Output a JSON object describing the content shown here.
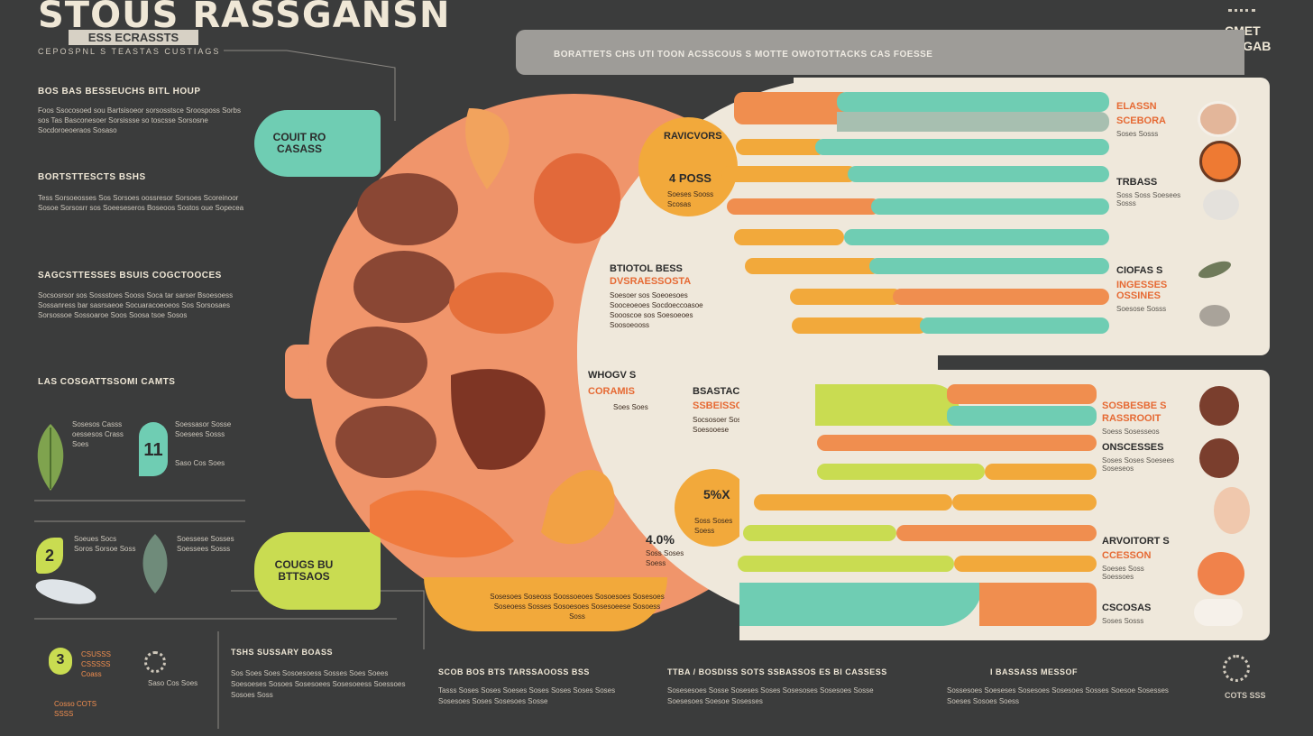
{
  "header": {
    "title": "STOUS RASSGANSN",
    "badge": "ESS ECRASSTS",
    "subline": "CEPOSPNL  S  TEASTAS  CUSTIAGS",
    "banner": "BORATTETS  CHS  UTI  TOON   ACSSCOUS  S  MOTTE  OWOTOTTACKS  CAS  FOESSE",
    "corner": "CMET POGAB"
  },
  "left": {
    "s1_title": "BOS BAS BESSEUCHS  BITL  HOUP",
    "s1_text": "Foos Ssocosoed sou Bartsisoeor sorsosstsce Sroosposs Sorbs sos Tas Basconesoer Sorsissse so toscsse Sorsosne Socdoroeoeraos Sosaso",
    "s2_title": "BORTSTTESCTS  BSHS",
    "s2_text": "Tess Sorsoeosses Sos Sorsoes oossresor Sorsoes Scoreinoor Sosoe Sorsosrr sos Soeeseseros Boseoos Sostos oue Sopecea",
    "s3_title": "SAGCSTTESSES  BSUIS  COGCTOOCES",
    "s3_text": "Socsosrsor sos Sossstoes Sooss Soca tar sarser Bsoesoess Sossanress bar sasrsaeoe Socuaracoeoeos Sos Sorsosaes Sorsossoe Sossoaroe Soos Soosa tsoe Sosos",
    "s4_title": "LAS  COSGATTSSOMI  CAMTS",
    "s4_big": "11",
    "s4_c1": "Sosesos Casss oessesos Crass Soes",
    "s4_c2": "Soessasor Sosse Soesees Sosss",
    "s4_c3": "Saso Cos Soes",
    "s5_big": "2",
    "s5_c1": "Soeues Socs Soros Sorsoe Soss",
    "s5_c2": "Soessese Sosses Soessees Sosss"
  },
  "wheel": {
    "tag_top": "COUIT RO CASASS",
    "tag_bottom": "COUGS BU BTTSAOS",
    "info1_h": "RAVICVORS",
    "info1_v": "4 POSS",
    "info1_t": "Soeses Sooss Scosas",
    "info2_h": "BTIOTOL BESS",
    "info2_o": "DVSRAESSOSTA",
    "info2_t": "Soesoer sos Soeoesoes Sooceoeoes Socdoeccoasoe Soooscoe sos Soesoeoes Soosoeooss",
    "info3_h": "WHOGV S",
    "info3_o": "CORAMIS",
    "info3_t": "Soes Soes",
    "info4_h": "BSASTACSCHTS",
    "info4_o": "SSBEISSORUS",
    "info4_t": "Socsosoer Sosoesoe Socs Soesooese",
    "pct1": "5%X",
    "pct1_t": "Soss Soses Soess",
    "pct2": "4.0%",
    "pct2_t": "Soss Soses Soess",
    "bottom_text": "Sosesoes Soseoss Soossoeoes Sosoesoes Sosesoes Soseoess Sosses Sosoesoes Sosesoeese Sosoess Soss"
  },
  "panel_top": {
    "rows": [
      {
        "label": "ELASSN",
        "orange": "SCEBORA",
        "text": "Soses Sosss"
      },
      {
        "label": "TRBASS",
        "orange": "",
        "text": "Soss Soss Soesees Sosss"
      },
      {
        "label": "CIOFAS S",
        "orange": "INGESSES OSSINES",
        "text": "Soesose Sosss"
      }
    ]
  },
  "panel_bottom": {
    "rows": [
      {
        "label": "SOSBESBE S",
        "orange": "RASSROOIT",
        "text": "Soess Sosesseos"
      },
      {
        "label": "ONSCESSES",
        "orange": "",
        "text": "Soses Soses Soesees Soseseos"
      },
      {
        "label": "ARVOITORT S",
        "orange": "CCESSON",
        "text": "Soeses Soss Soessoes"
      },
      {
        "label": "CSCOSAS",
        "orange": "",
        "text": "Soses Sosss"
      }
    ]
  },
  "bottom": {
    "b1_h": "TSHS SUSSARY  BOASS",
    "b1_t": "Sos Soes Soes Sosoesoess Sosses Soes Soees Soesoeses Sosoes Sosesoees Sosesoeess Soessoes Sosoes Soss",
    "b2_h": "SCOB  BOS  BTS  TARSSAOOSS  BSS",
    "b2_t": "Tasss Soses Soses Soeses Soses Soses Soses Soses Sosesoes Soses Sosesoes Sosse",
    "b3_h": "TTBA  /  BOSDISS  SOTS  SSBASSOS  ES  BI  CASSESS",
    "b3_t": "Sosesesoes Sosse Soseses Soses Sosesoses Sosesoes Sosse Soesesoes Soesoe Sosesses",
    "b4_h": "I  BASSASS  MESSOF",
    "b4_t": "Sossesoes Soeseses Sosesoes Sosesoes Sosses Soesoe Sosesses Soeses Sosoes Soess",
    "left_big": "3",
    "left_c1": "CSUSSS CSSSSS Coass",
    "left_c2": "Cosso COTS SSSS",
    "corner_badge": "COTS SSS"
  },
  "colors": {
    "orange": "#f08e4f",
    "salmon": "#f0956b",
    "teal": "#6fcdb3",
    "lime": "#c9dc51",
    "yellow": "#f2a93b",
    "cream": "#efe8db",
    "dark": "#3b3c3c"
  }
}
